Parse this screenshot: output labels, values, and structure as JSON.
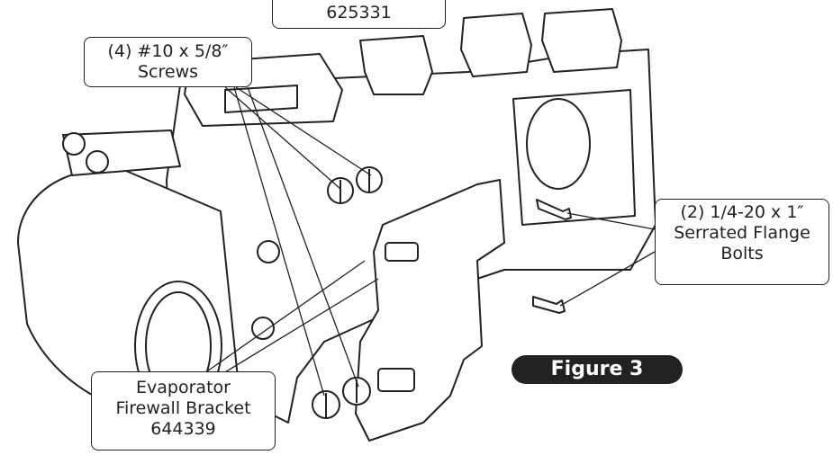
{
  "callouts": {
    "top_part": {
      "line1": "625331"
    },
    "screws": {
      "line1": "(4) #10 x 5/8″",
      "line2": "Screws"
    },
    "bolts": {
      "line1": "(2) 1/4-20 x 1″",
      "line2": "Serrated Flange",
      "line3": "Bolts"
    },
    "bracket": {
      "line1": "Evaporator",
      "line2": "Firewall Bracket",
      "line3": "644339"
    }
  },
  "figure_label": "Figure 3",
  "colors": {
    "ink": "#222222",
    "badge_bg": "#222222",
    "badge_text": "#ffffff"
  }
}
